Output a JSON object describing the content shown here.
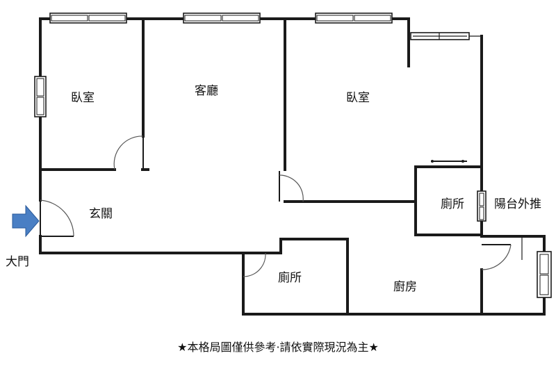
{
  "rooms": {
    "bedroom_left": "臥室",
    "living_room": "客廳",
    "bedroom_right": "臥室",
    "bathroom_upper": "廁所",
    "balcony_push_out": "陽台外推",
    "foyer": "玄關",
    "main_door": "大門",
    "bathroom_lower": "廁所",
    "kitchen": "廚房"
  },
  "disclaimer": "★本格局圖僅供參考·請依實際現況為主★",
  "colors": {
    "entry_arrow": "#4a7fc4",
    "walls": "#1a1a1a"
  },
  "icons": {
    "entry": "right-arrow-icon"
  }
}
